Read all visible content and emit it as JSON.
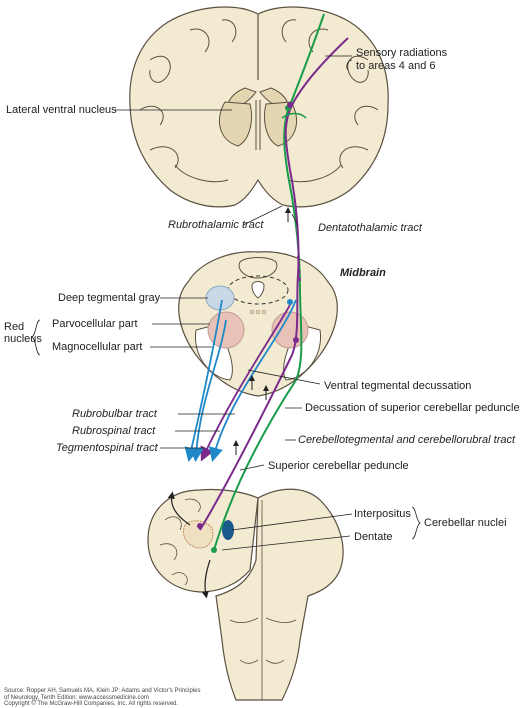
{
  "labels": {
    "lateral_ventral_nucleus": "Lateral ventral nucleus",
    "sensory_radiations_1": "Sensory radiations",
    "sensory_radiations_2": "to areas 4 and 6",
    "rubrothalamic_tract": "Rubrothalamic tract",
    "dentatothalamic_tract": "Dentatothalamic tract",
    "midbrain": "Midbrain",
    "deep_tegmental_gray": "Deep tegmental gray",
    "red_1": "Red",
    "red_2": "nucleus",
    "parvocellular_part": "Parvocellular part",
    "magnocellular_part": "Magnocellular part",
    "ventral_tegmental_decussation": "Ventral tegmental decussation",
    "rubrobulbar_tract": "Rubrobulbar tract",
    "decussation_superior_cerebellar_peduncle": "Decussation of superior cerebellar peduncle",
    "rubrospinal_tract": "Rubrospinal tract",
    "cerebellotegmental_tract": "Cerebellotegmental and cerebellorubral tract",
    "tegmentospinal_tract": "Tegmentospinal tract",
    "superior_cerebellar_peduncle": "Superior cerebellar peduncle",
    "interpositus": "Interpositus",
    "cerebellar_nuclei": "Cerebellar nuclei",
    "dentate": "Dentate"
  },
  "credit": {
    "line1": "Source: Ropper AH, Samuels MA, Klein JP: Adams and Victor's Principles",
    "line2": "of Neurology, Tenth Edition: www.accessmedicine.com",
    "line3": "Copyright © The McGraw-Hill Companies, Inc. All rights reserved."
  },
  "colors": {
    "tissue": "#f3ead2",
    "tissue_dark": "#e4d6b0",
    "outline": "#5a5040",
    "green_tract": "#1a9c4a",
    "purple_tract": "#7b2a8c",
    "blue_tract": "#1e88c8",
    "red_nucleus": "#e8c2b8",
    "deep_gray": "#c9d8e6",
    "dentate_nucleus": "#1a5a8a"
  }
}
